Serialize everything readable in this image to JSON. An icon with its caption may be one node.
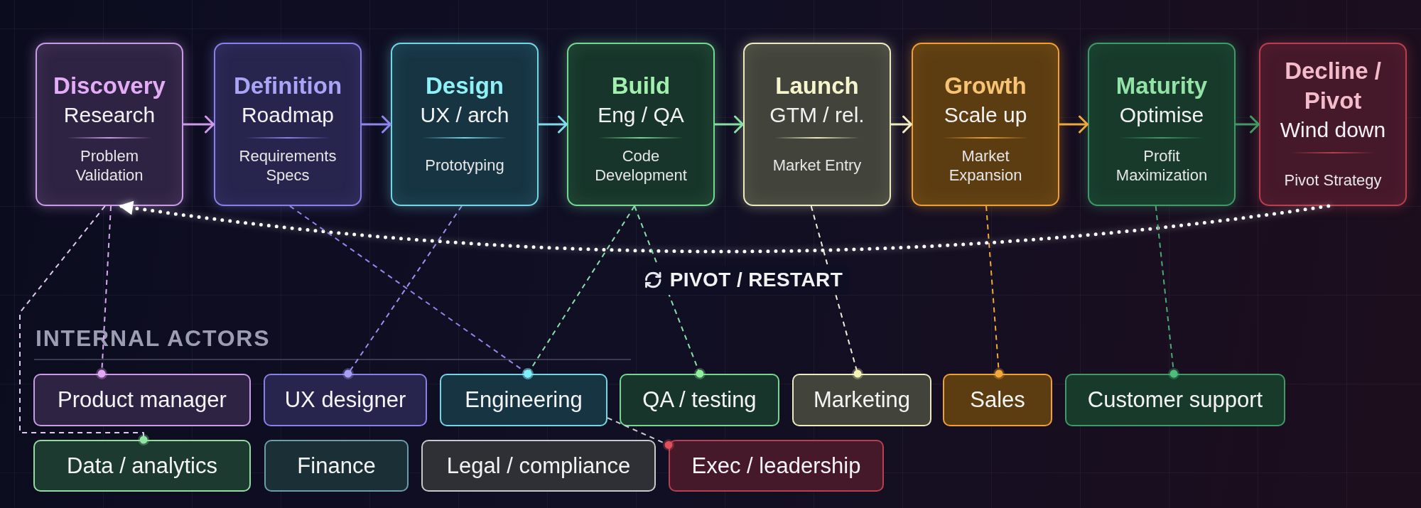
{
  "diagram": {
    "nodes": [
      {
        "text": [
          "Discovery",
          "Research",
          "Problem Validation"
        ]
      },
      {
        "text": [
          "Definition",
          "Roadmap",
          "Requirements Specs"
        ]
      },
      {
        "text": [
          "Design",
          "UX / arch",
          "Prototyping"
        ]
      },
      {
        "text": [
          "Build",
          "Eng / QA",
          "Code Development"
        ]
      },
      {
        "text": [
          "Launch",
          "GTM / rel.",
          "Market Entry"
        ]
      },
      {
        "text": [
          "Growth",
          "Scale up",
          "Market Expansion"
        ]
      },
      {
        "text": [
          "Maturity",
          "Optimise",
          "Profit Maximization"
        ]
      },
      {
        "text": [
          "Decline / Pivot",
          "Wind down",
          "Pivot Strategy"
        ]
      },
      {
        "text": [
          "Product manager"
        ]
      },
      {
        "text": [
          "UX designer"
        ]
      },
      {
        "text": [
          "Engineering"
        ]
      },
      {
        "text": [
          "QA / testing"
        ]
      },
      {
        "text": [
          "Marketing"
        ]
      },
      {
        "text": [
          "Sales"
        ]
      },
      {
        "text": [
          "Customer support"
        ]
      },
      {
        "text": [
          "Data / analytics"
        ]
      },
      {
        "text": [
          "Finance"
        ]
      },
      {
        "text": [
          "Legal / compliance"
        ]
      },
      {
        "text": [
          "Exec / leadership"
        ]
      }
    ],
    "edges": [
      {
        "from": 0,
        "to": 1,
        "arrow": "to",
        "color": "#d09ae8"
      },
      {
        "from": 1,
        "to": 2,
        "arrow": "to",
        "color": "#8f86f0"
      },
      {
        "from": 2,
        "to": 3,
        "arrow": "to",
        "color": "#7fdcec"
      },
      {
        "from": 3,
        "to": 4,
        "arrow": "to",
        "color": "#86e0a0"
      },
      {
        "from": 4,
        "to": 5,
        "arrow": "to",
        "color": "#eeeec0"
      },
      {
        "from": 5,
        "to": 6,
        "arrow": "to",
        "color": "#f0a838"
      },
      {
        "from": 6,
        "to": 7,
        "arrow": "to",
        "color": "#3f9a64"
      },
      {
        "from": 7,
        "to": 0,
        "arrow": "to",
        "style": "dashed",
        "color": "#ffffff",
        "label": "PIVOT / RESTART"
      },
      {
        "from": 0,
        "to": 8,
        "arrow": "other",
        "style": "dashed",
        "color": "#d8a8f0"
      },
      {
        "from": 0,
        "to": 15,
        "arrow": "other",
        "style": "dashed",
        "color": "#e0c8f0"
      },
      {
        "from": 1,
        "to": 10,
        "arrow": "other",
        "style": "dashed",
        "color": "#8f86f0"
      },
      {
        "from": 2,
        "to": 9,
        "arrow": "other",
        "style": "dashed",
        "color": "#9a90f0"
      },
      {
        "from": 3,
        "to": 10,
        "arrow": "other",
        "style": "dashed",
        "color": "#86e0a8"
      },
      {
        "from": 3,
        "to": 11,
        "arrow": "other",
        "style": "dashed",
        "color": "#86e0a8"
      },
      {
        "from": 4,
        "to": 12,
        "arrow": "other",
        "style": "dashed",
        "color": "#eeeed8"
      },
      {
        "from": 5,
        "to": 13,
        "arrow": "other",
        "style": "dashed",
        "color": "#f0a838"
      },
      {
        "from": 6,
        "to": 14,
        "arrow": "other",
        "style": "dashed",
        "color": "#4aaa72"
      },
      {
        "from": 10,
        "to": 18,
        "arrow": "other",
        "style": "dashed",
        "color": "#c8c8d0"
      }
    ],
    "labels": [
      "INTERNAL ACTORS"
    ]
  }
}
